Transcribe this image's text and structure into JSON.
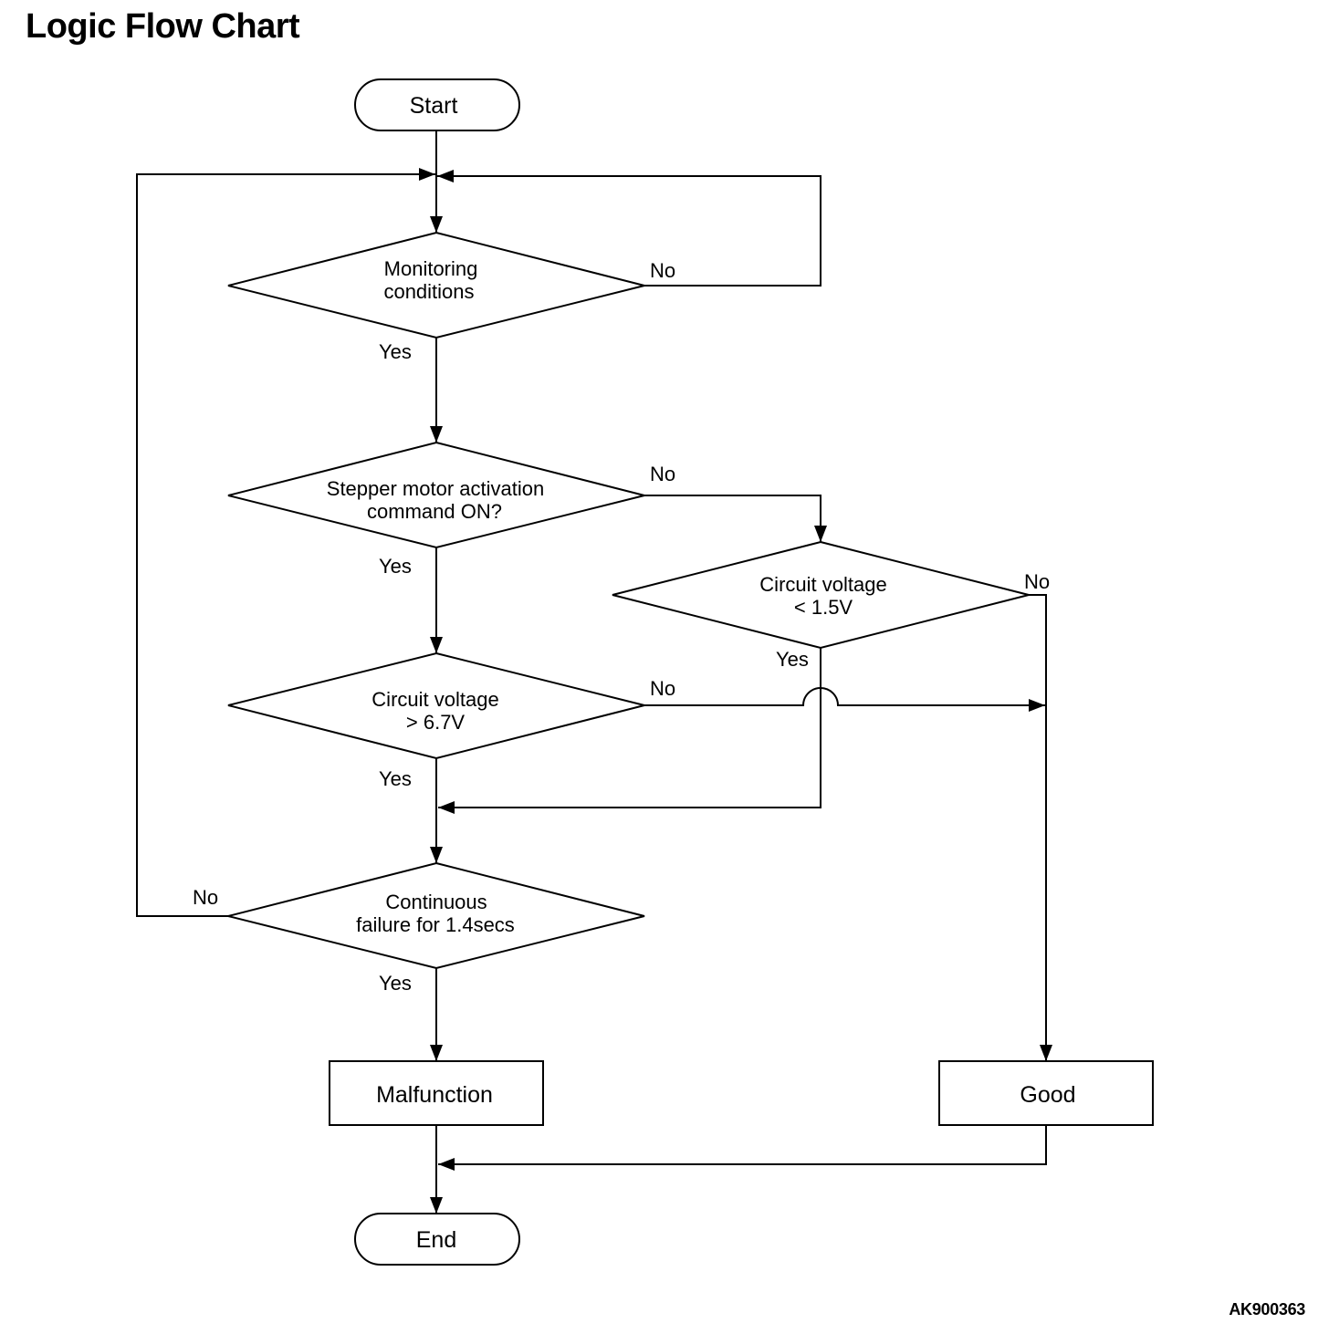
{
  "title": "Logic Flow Chart",
  "figure_id": "AK900363",
  "nodes": {
    "start": {
      "text": "Start"
    },
    "monitoring": {
      "line1": "Monitoring",
      "line2": "conditions"
    },
    "stepper": {
      "line1": "Stepper motor activation",
      "line2": "command ON?"
    },
    "low_voltage": {
      "line1": "Circuit voltage",
      "line2": "< 1.5V"
    },
    "high_voltage": {
      "line1": "Circuit voltage",
      "line2": "> 6.7V"
    },
    "continuous": {
      "line1": "Continuous",
      "line2": "failure for 1.4secs"
    },
    "malfunction": {
      "text": "Malfunction"
    },
    "good": {
      "text": "Good"
    },
    "end": {
      "text": "End"
    }
  },
  "edge_labels": {
    "monitoring_no": "No",
    "monitoring_yes": "Yes",
    "stepper_no": "No",
    "stepper_yes": "Yes",
    "low_voltage_no": "No",
    "low_voltage_yes": "Yes",
    "high_voltage_no": "No",
    "high_voltage_yes": "Yes",
    "continuous_no": "No",
    "continuous_yes": "Yes"
  }
}
